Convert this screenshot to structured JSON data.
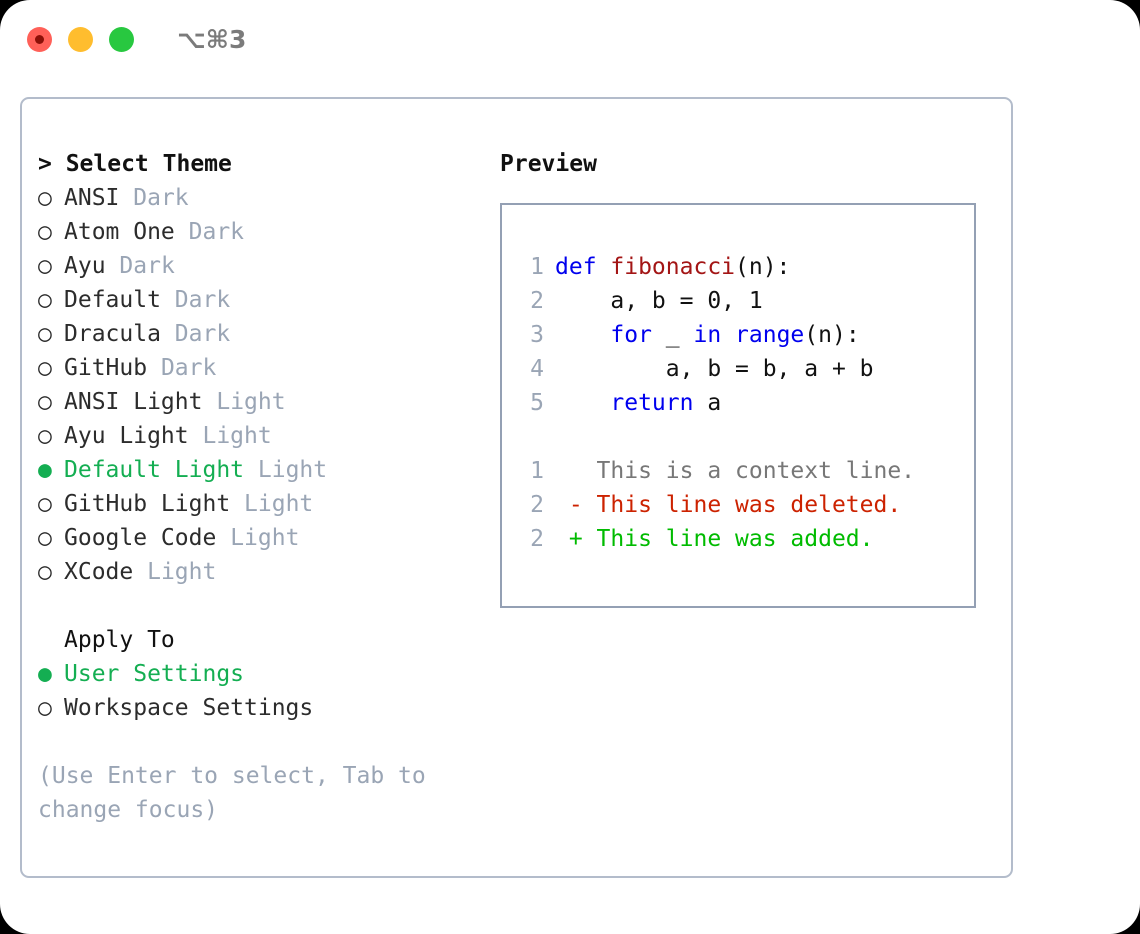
{
  "window": {
    "shortcut": "⌥⌘3",
    "traffic_lights": [
      {
        "name": "close-button",
        "color": "#ff6058"
      },
      {
        "name": "minimize-button",
        "color": "#ffbd2e"
      },
      {
        "name": "maximize-button",
        "color": "#28c840"
      }
    ]
  },
  "theme_list": {
    "heading": "> Select Theme",
    "items": [
      {
        "marker": "○",
        "name": "ANSI",
        "tag": "Dark",
        "selected": false
      },
      {
        "marker": "○",
        "name": "Atom One",
        "tag": "Dark",
        "selected": false
      },
      {
        "marker": "○",
        "name": "Ayu",
        "tag": "Dark",
        "selected": false
      },
      {
        "marker": "○",
        "name": "Default",
        "tag": "Dark",
        "selected": false
      },
      {
        "marker": "○",
        "name": "Dracula",
        "tag": "Dark",
        "selected": false
      },
      {
        "marker": "○",
        "name": "GitHub",
        "tag": "Dark",
        "selected": false
      },
      {
        "marker": "○",
        "name": "ANSI Light",
        "tag": "Light",
        "selected": false
      },
      {
        "marker": "○",
        "name": "Ayu Light",
        "tag": "Light",
        "selected": false
      },
      {
        "marker": "●",
        "name": "Default Light",
        "tag": "Light",
        "selected": true
      },
      {
        "marker": "○",
        "name": "GitHub Light",
        "tag": "Light",
        "selected": false
      },
      {
        "marker": "○",
        "name": "Google Code",
        "tag": "Light",
        "selected": false
      },
      {
        "marker": "○",
        "name": "XCode",
        "tag": "Light",
        "selected": false
      }
    ]
  },
  "apply_to": {
    "heading": "Apply To",
    "items": [
      {
        "marker": "●",
        "name": "User Settings",
        "selected": true
      },
      {
        "marker": "○",
        "name": "Workspace Settings",
        "selected": false
      }
    ]
  },
  "hint": "(Use Enter to select, Tab to change focus)",
  "preview": {
    "heading": "Preview",
    "code_lines": [
      {
        "num": "1",
        "segments": [
          {
            "t": "def ",
            "c": "kw"
          },
          {
            "t": "fibonacci",
            "c": "fn"
          },
          {
            "t": "(n):",
            "c": "pl"
          }
        ]
      },
      {
        "num": "2",
        "segments": [
          {
            "t": "    a, b = 0, 1",
            "c": "pl"
          }
        ]
      },
      {
        "num": "3",
        "segments": [
          {
            "t": "    ",
            "c": "pl"
          },
          {
            "t": "for",
            "c": "kw"
          },
          {
            "t": " _ ",
            "c": "pl"
          },
          {
            "t": "in",
            "c": "kw"
          },
          {
            "t": " ",
            "c": "pl"
          },
          {
            "t": "range",
            "c": "kw"
          },
          {
            "t": "(n):",
            "c": "pl"
          }
        ]
      },
      {
        "num": "4",
        "segments": [
          {
            "t": "        a, b = b, a + b",
            "c": "pl"
          }
        ]
      },
      {
        "num": "5",
        "segments": [
          {
            "t": "    ",
            "c": "pl"
          },
          {
            "t": "return",
            "c": "kw"
          },
          {
            "t": " a",
            "c": "pl"
          }
        ]
      }
    ],
    "diff_lines": [
      {
        "num": "1",
        "segments": [
          {
            "t": "   This is a context line.",
            "c": "ctx"
          }
        ]
      },
      {
        "num": "2",
        "segments": [
          {
            "t": " - This line was deleted.",
            "c": "del"
          }
        ]
      },
      {
        "num": "2",
        "segments": [
          {
            "t": " + This line was added.",
            "c": "add"
          }
        ]
      }
    ]
  },
  "colors": {
    "accent_green": "#14ae52",
    "muted": "#9aa5b5",
    "keyword_blue": "#0000ee",
    "function_red": "#a31515",
    "diff_deleted": "#cc2200",
    "diff_added": "#00bb00",
    "border": "#b3bccb",
    "preview_border": "#94a0b4"
  }
}
